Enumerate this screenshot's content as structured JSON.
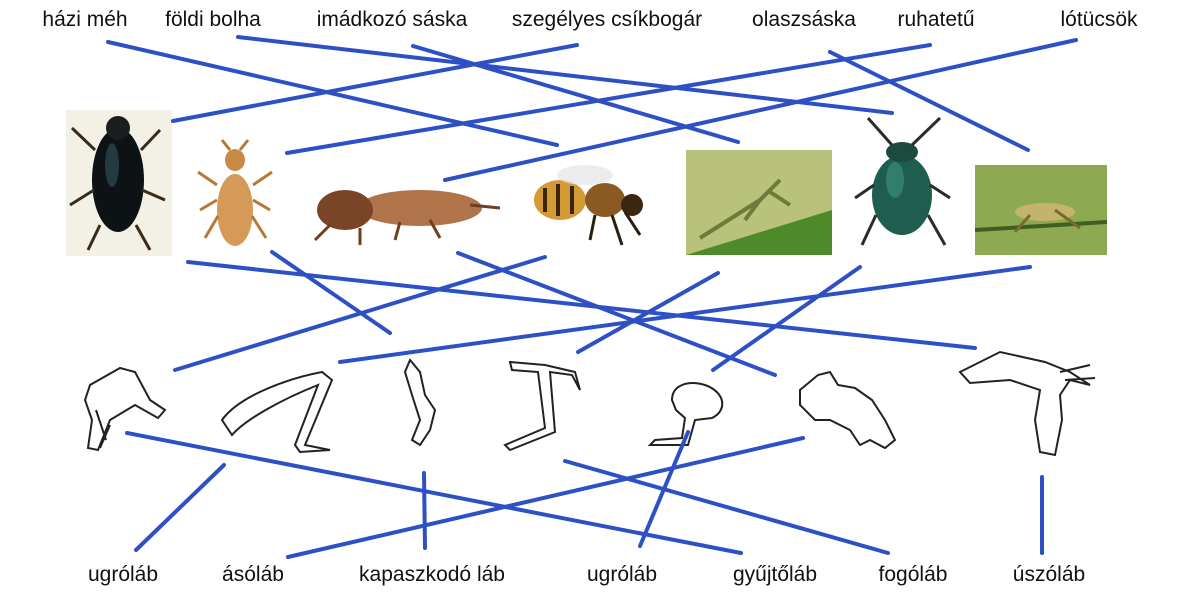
{
  "insect_names": [
    "házi méh",
    "földi bolha",
    "imádkozó sáska",
    "szegélyes csíkbogár",
    "olaszsáska",
    "ruhatetű",
    "lótücsök"
  ],
  "insect_images": [
    {
      "icon": "diving-beetle-photo"
    },
    {
      "icon": "louse-photo"
    },
    {
      "icon": "mole-cricket-photo"
    },
    {
      "icon": "honey-bee-photo"
    },
    {
      "icon": "praying-mantis-photo"
    },
    {
      "icon": "leaf-beetle-photo"
    },
    {
      "icon": "grasshopper-photo"
    }
  ],
  "leg_drawings": [
    {
      "icon": "swimming-leg-drawing"
    },
    {
      "icon": "hopping-leg-drawing"
    },
    {
      "icon": "clinging-leg-drawing"
    },
    {
      "icon": "raptorial-leg-drawing"
    },
    {
      "icon": "jumping-leg-drawing"
    },
    {
      "icon": "digging-leg-drawing"
    },
    {
      "icon": "paddle-leg-drawing"
    }
  ],
  "leg_types": [
    "ugróláb",
    "ásóláb",
    "kapaszkodó láb",
    "ugróláb",
    "gyűjtőláb",
    "fogóláb",
    "úszóláb"
  ],
  "colors": {
    "line": "#2d50c4",
    "text": "#111111"
  }
}
